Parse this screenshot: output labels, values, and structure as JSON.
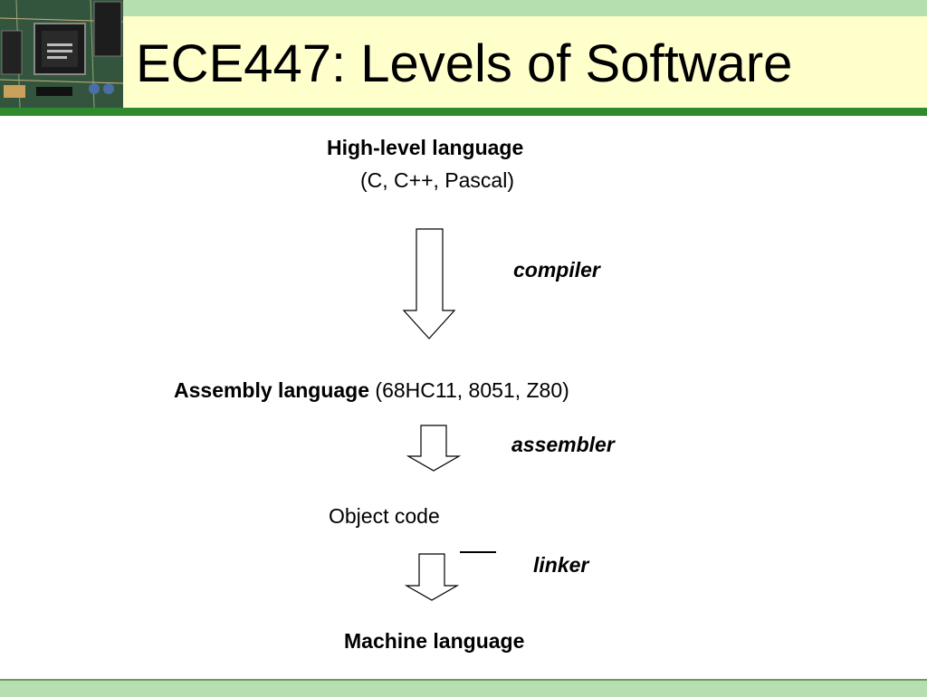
{
  "slide": {
    "title": "ECE447: Levels of Software"
  },
  "diagram": {
    "levels": [
      {
        "label": "High-level language",
        "detail": "(C, C++, Pascal)"
      },
      {
        "label": "Assembly language",
        "detail": "(68HC11, 8051, Z80)"
      },
      {
        "label": "Object code"
      },
      {
        "label": "Machine language"
      }
    ],
    "transitions": [
      "compiler",
      "assembler",
      "linker"
    ]
  },
  "colors": {
    "title_band": "#ffffcc",
    "strip": "#b6dfb0",
    "rule": "#2f8a2f"
  }
}
